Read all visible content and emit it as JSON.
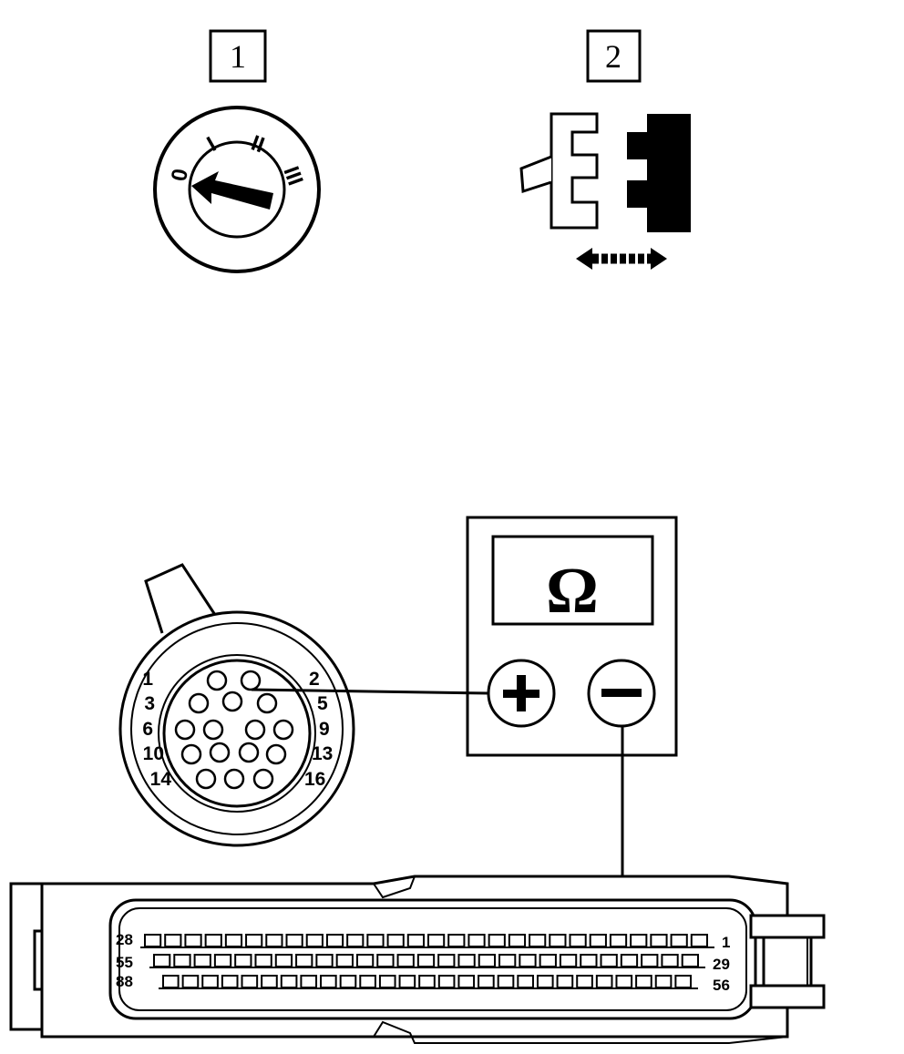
{
  "step_1": {
    "label": "1",
    "switch_positions": [
      "0",
      "I",
      "II",
      "III"
    ]
  },
  "step_2": {
    "label": "2"
  },
  "meter": {
    "symbol": "Ω",
    "plus": "+",
    "minus": "−"
  },
  "round_connector": {
    "pin_labels": [
      "1",
      "2",
      "3",
      "5",
      "6",
      "9",
      "10",
      "13",
      "14",
      "16"
    ]
  },
  "ecu_connector": {
    "row_labels": {
      "top_left": "28",
      "top_right": "1",
      "mid_left": "55",
      "mid_right": "29",
      "bot_left": "88",
      "bot_right": "56"
    }
  }
}
